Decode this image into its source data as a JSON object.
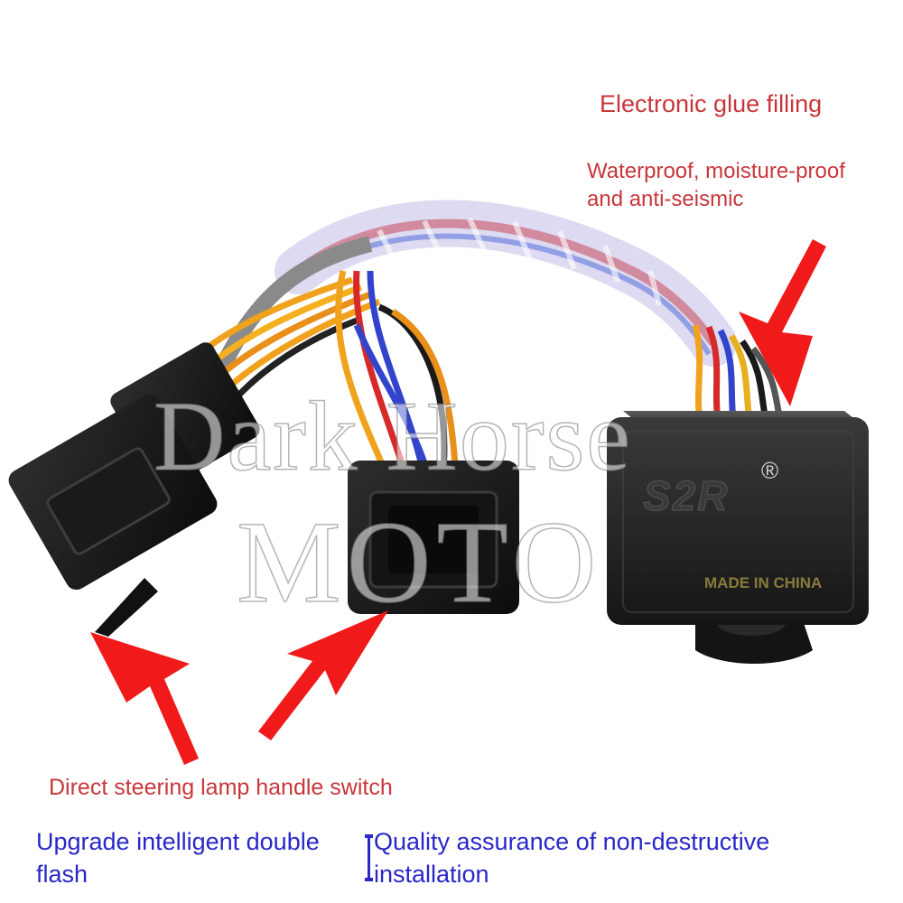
{
  "labels": {
    "glue": "Electronic glue filling",
    "waterproof_line1": "Waterproof, moisture-proof",
    "waterproof_line2": "and anti-seismic",
    "direct": "Direct steering lamp handle switch",
    "upgrade_line1": "Upgrade intelligent double",
    "upgrade_line2": "flash",
    "quality_line1": "Quality assurance of non-destructive",
    "quality_line2": "installation"
  },
  "module": {
    "brand": "S2R",
    "registered": "®",
    "made_in": "MADE IN CHINA"
  },
  "watermark": {
    "line1": "Dark Horse",
    "line2": "MOTO"
  },
  "colors": {
    "label_red": "#c8363a",
    "label_blue": "#2a27c9",
    "arrow_red": "#f01a1a"
  }
}
